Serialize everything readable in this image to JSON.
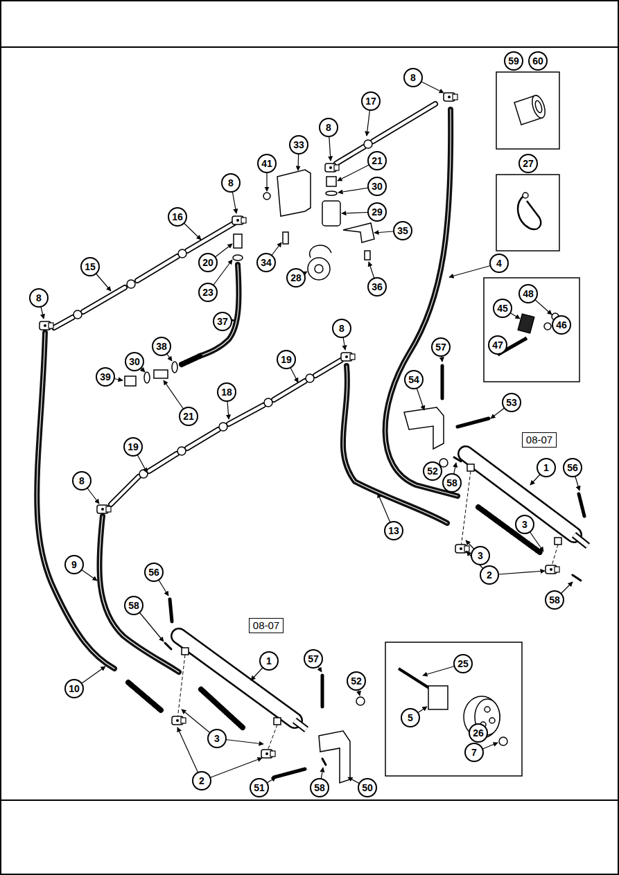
{
  "diagram": {
    "labels": [
      "59",
      "60",
      "8",
      "17",
      "8",
      "33",
      "21",
      "27",
      "41",
      "8",
      "30",
      "29",
      "16",
      "35",
      "20",
      "15",
      "34",
      "4",
      "23",
      "48",
      "28",
      "36",
      "8",
      "45",
      "37",
      "46",
      "47",
      "8",
      "38",
      "30",
      "39",
      "19",
      "57",
      "21",
      "18",
      "53",
      "54",
      "08-07",
      "19",
      "1",
      "56",
      "52",
      "58",
      "8",
      "13",
      "3",
      "3",
      "9",
      "2",
      "56",
      "58",
      "58",
      "08-07",
      "25",
      "57",
      "1",
      "52",
      "10",
      "5",
      "26",
      "3",
      "7",
      "2",
      "51",
      "58",
      "50"
    ]
  }
}
